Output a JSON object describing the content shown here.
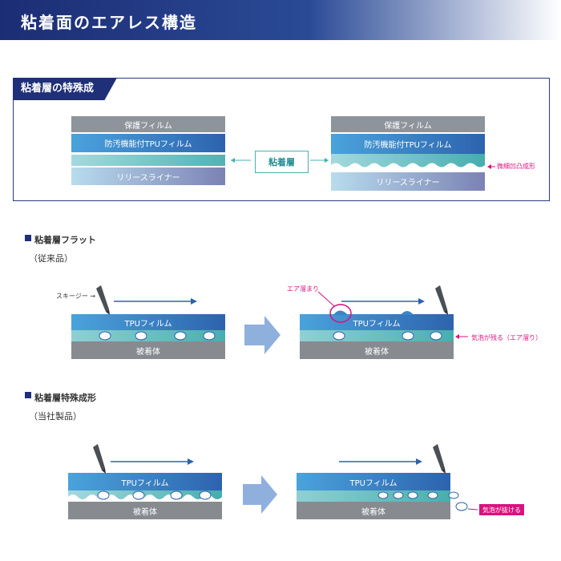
{
  "header": {
    "title": "粘着面のエアレス構造"
  },
  "special_section": {
    "tab_label": "粘着層の特殊成形",
    "left_stack": [
      "保護フィルム",
      "防汚機能付TPUフィルム",
      "",
      "リリースライナー"
    ],
    "right_stack": [
      "保護フィルム",
      "防汚機能付TPUフィルム",
      "",
      "リリースライナー"
    ],
    "adhesive_label": "粘着層",
    "micro_label": "微細凹凸成形"
  },
  "flat_section": {
    "title": "粘着層フラット",
    "subtitle": "（従来品）",
    "squeegee_label": "スキージー →",
    "film_label": "TPUフィルム",
    "base_label": "被着体",
    "air_pocket_label": "エア溜まり",
    "bubble_label": "気泡が残る（エア溜り）"
  },
  "special_shape_section": {
    "title": "粘着層特殊成形",
    "subtitle": "（当社製品）",
    "film_label": "TPUフィルム",
    "base_label": "被着体",
    "bubble_escape_label": "気泡が抜ける"
  },
  "colors": {
    "navy": "#1f2f78",
    "teal": "#48aeae",
    "pink": "#d8127e",
    "arrow_blue": "#8fb0dd"
  }
}
